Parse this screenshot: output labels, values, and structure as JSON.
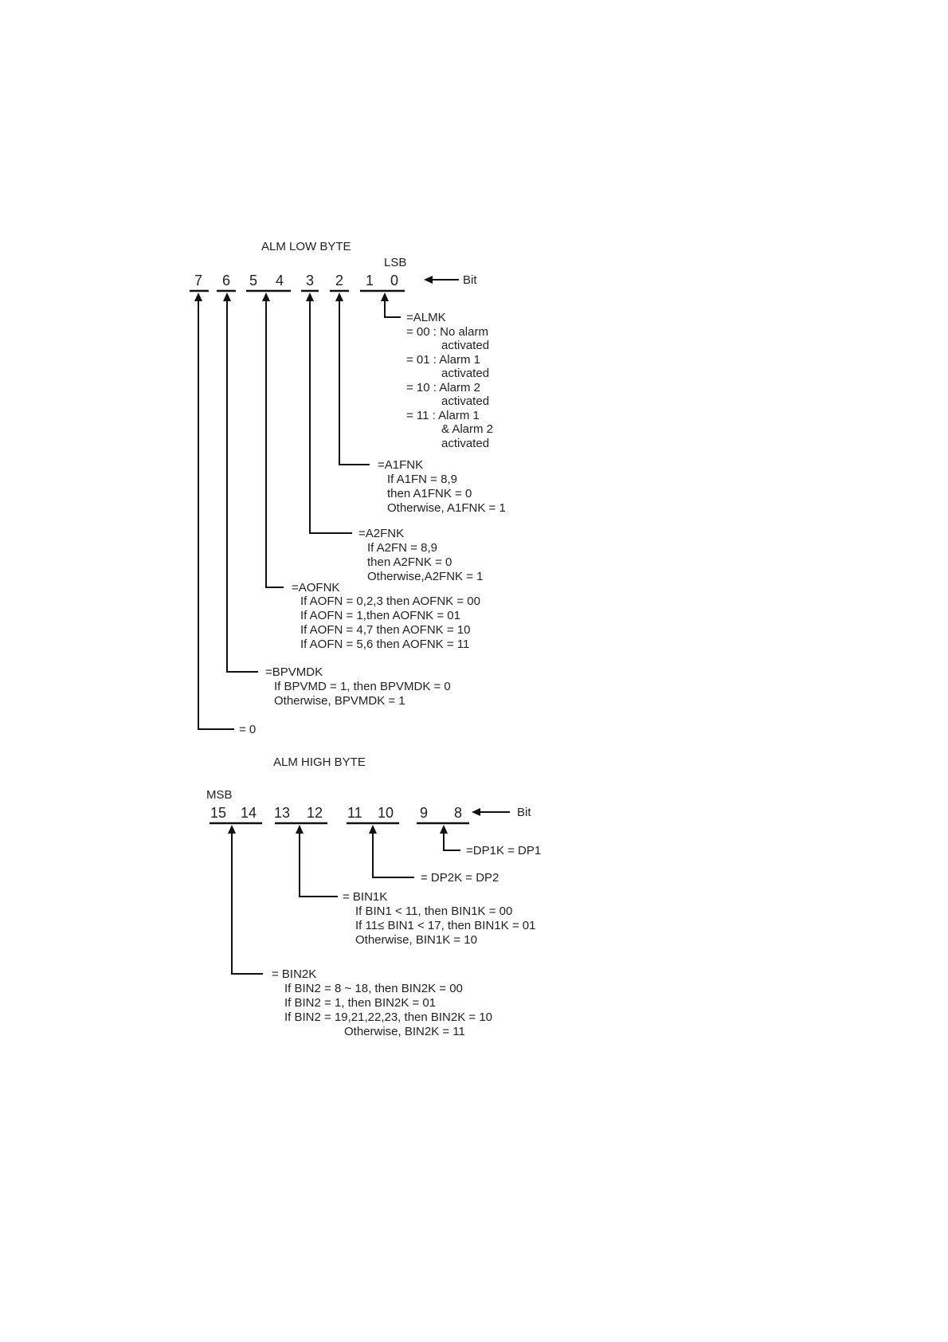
{
  "low_byte": {
    "title": "ALM LOW BYTE",
    "lsb_label": "LSB",
    "bit_label": "Bit",
    "bit_numbers": [
      "7",
      "6",
      "5",
      "4",
      "3",
      "2",
      "1",
      "0"
    ],
    "fields": {
      "almk": {
        "name": "=ALMK",
        "lines": [
          "= 00 : No alarm",
          "activated",
          "= 01 : Alarm 1",
          "activated",
          "= 10 : Alarm 2",
          "activated",
          "= 11 : Alarm 1",
          "& Alarm 2",
          "activated"
        ]
      },
      "a1fnk": {
        "name": "=A1FNK",
        "lines": [
          "If A1FN = 8,9",
          "then A1FNK = 0",
          "Otherwise, A1FNK = 1"
        ]
      },
      "a2fnk": {
        "name": "=A2FNK",
        "lines": [
          "If A2FN = 8,9",
          "then A2FNK = 0",
          "Otherwise,A2FNK = 1"
        ]
      },
      "aofnk": {
        "name": "=AOFNK",
        "lines": [
          "If AOFN = 0,2,3 then AOFNK = 00",
          "If AOFN = 1,then AOFNK = 01",
          "If AOFN = 4,7 then AOFNK = 10",
          "If AOFN = 5,6 then AOFNK = 11"
        ]
      },
      "bpvmdk": {
        "name": "=BPVMDK",
        "lines": [
          "If BPVMD = 1, then BPVMDK = 0",
          "Otherwise, BPVMDK = 1"
        ]
      },
      "bit7": {
        "name": "= 0"
      }
    }
  },
  "high_byte": {
    "title": "ALM HIGH BYTE",
    "msb_label": "MSB",
    "bit_label": "Bit",
    "bit_numbers": [
      "15",
      "14",
      "13",
      "12",
      "11",
      "10",
      "9",
      "8"
    ],
    "fields": {
      "dp1k": {
        "name": "=DP1K = DP1"
      },
      "dp2k": {
        "name": "= DP2K = DP2"
      },
      "bin1k": {
        "name": "= BIN1K",
        "lines": [
          "If BIN1 < 11, then BIN1K = 00",
          "If 11≤ BIN1 < 17, then BIN1K = 01",
          "Otherwise, BIN1K = 10"
        ]
      },
      "bin2k": {
        "name": "= BIN2K",
        "lines": [
          "If BIN2 = 8 ~ 18, then BIN2K = 00",
          "If BIN2 = 1, then BIN2K = 01",
          "If BIN2 = 19,21,22,23, then BIN2K = 10",
          "Otherwise, BIN2K = 11"
        ]
      }
    }
  }
}
